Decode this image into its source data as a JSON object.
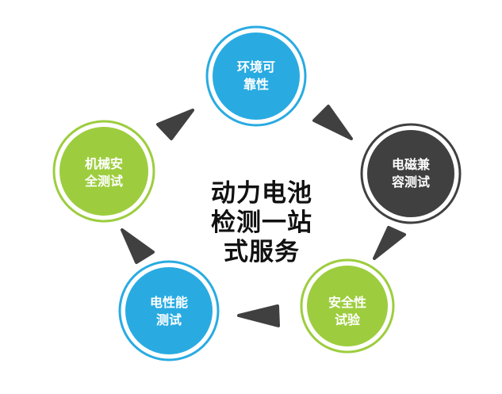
{
  "title": "动力电池检测一站式服务",
  "title_lines": [
    "动力电池",
    "检测一站",
    "式服务"
  ],
  "nodes": [
    {
      "lines": [
        "环境可",
        "靠性"
      ],
      "color": "#29abe2"
    },
    {
      "lines": [
        "电磁兼",
        "容测试"
      ],
      "color": "#404040"
    },
    {
      "lines": [
        "安全性",
        "试验"
      ],
      "color": "#9dcd3e"
    },
    {
      "lines": [
        "电性能",
        "测试"
      ],
      "color": "#29abe2"
    },
    {
      "lines": [
        "机械安",
        "全测试"
      ],
      "color": "#9dcd3e"
    }
  ],
  "arrow_color": "#404040"
}
